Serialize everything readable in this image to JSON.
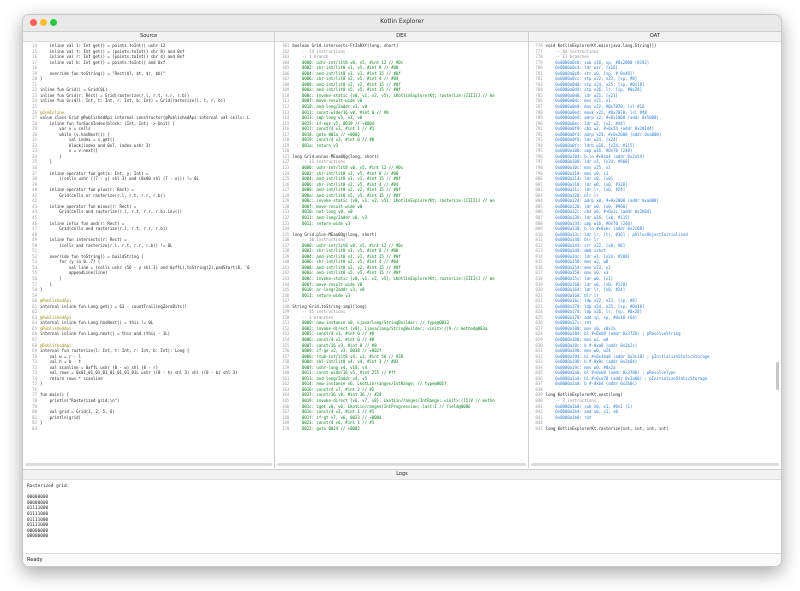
{
  "window": {
    "title": "Kotlin Explorer"
  },
  "panes": {
    "source": "Source",
    "dex": "DEX",
    "oat": "OAT",
    "logs": "Logs"
  },
  "status": "Ready",
  "logs_text": "Rasterized grid:\n\n00000000\n00000000\n01111000\n01111000\n01111000\n01111000\n00000000\n00000000",
  "source_lines": [
    {
      "n": "14",
      "t": "    inline val l: Int get() = points.toInt() ushr 12"
    },
    {
      "n": "15",
      "t": "    inline val t: Int get() = (points.toInt() shr 8) and 0xf"
    },
    {
      "n": "16",
      "t": "    inline val r: Int get() = (points.toInt() shr 4) and 0xf"
    },
    {
      "n": "17",
      "t": "    inline val b: Int get() = points.toInt() and 0xf"
    },
    {
      "n": "18",
      "t": ""
    },
    {
      "n": "19",
      "t": "    override fun toString() = \"Rect($l, $t, $r, $b)\""
    },
    {
      "n": "20",
      "t": "}"
    },
    {
      "n": "21",
      "t": ""
    },
    {
      "n": "22",
      "t": "inline fun Grid() = Grid(0L)"
    },
    {
      "n": "23",
      "t": "inline fun Grid(r: Rect) = Grid(rasterize(r.l, r.t, r.r, r.b))"
    },
    {
      "n": "24",
      "t": "inline fun Grid(l: Int, t: Int, r: Int, b: Int) = Grid(rasterize(l, t, r, b))"
    },
    {
      "n": "25",
      "t": ""
    },
    {
      "n": "26",
      "t": "@JvmInline"
    },
    {
      "n": "27",
      "t": "value class Grid @PublishedApi internal constructor(@PublishedApi internal val cells: L"
    },
    {
      "n": "28",
      "t": "    inline fun forEachIndex(block: (Int, Int) -> Unit) {"
    },
    {
      "n": "29",
      "t": "        var v = cells"
    },
    {
      "n": "30",
      "t": "        while (v.hasNext()) {"
    },
    {
      "n": "31",
      "t": "            val index = v.get()"
    },
    {
      "n": "32",
      "t": "            block(index and 0x7, index ushr 3)"
    },
    {
      "n": "33",
      "t": "            v = v.next()"
    },
    {
      "n": "34",
      "t": "        }"
    },
    {
      "n": "35",
      "t": "    }"
    },
    {
      "n": "36",
      "t": ""
    },
    {
      "n": "37",
      "t": "    inline operator fun get(x: Int, y: Int) ="
    },
    {
      "n": "38",
      "t": "        ((cells ushr ((7 - y) shl 3) and (0x80 shl (7 - x))) != 0L"
    },
    {
      "n": "39",
      "t": ""
    },
    {
      "n": "40",
      "t": "    inline operator fun plus(r: Rect) ="
    },
    {
      "n": "41",
      "t": "        Grid(cells or rasterize(r.l, r.t, r.r, r.b))"
    },
    {
      "n": "42",
      "t": ""
    },
    {
      "n": "43",
      "t": "    inline operator fun minus(r: Rect) ="
    },
    {
      "n": "44",
      "t": "        Grid(cells and rasterize(r.l, r.t, r.r, r.b).inv())"
    },
    {
      "n": "45",
      "t": ""
    },
    {
      "n": "46",
      "t": "    inline infix fun and(r: Rect) ="
    },
    {
      "n": "47",
      "t": "        Grid(cells and rasterize(r.l, r.t, r.r, r.b))"
    },
    {
      "n": "48",
      "t": ""
    },
    {
      "n": "49",
      "t": "    inline fun intersects(r: Rect) ="
    },
    {
      "n": "50",
      "t": "        (cells and rasterize(r.l, r.t, r.r, r.b)) != 0L"
    },
    {
      "n": "51",
      "t": ""
    },
    {
      "n": "52",
      "t": "    override fun toString() = buildString {"
    },
    {
      "n": "53",
      "t": "        for (y in 0..7) {"
    },
    {
      "n": "54",
      "t": "            val line = (cells ushr (56 - y shl 3) and 0xffL).toString(2).padStart(8, '0"
    },
    {
      "n": "55",
      "t": "            appendLine(line)"
    },
    {
      "n": "56",
      "t": "        }"
    },
    {
      "n": "57",
      "t": "    }"
    },
    {
      "n": "58",
      "t": "}"
    },
    {
      "n": "59",
      "t": ""
    },
    {
      "n": "60",
      "t": "@PublishedApi"
    },
    {
      "n": "61",
      "t": "internal inline fun Long.get() = 63 - countTrailingZeroBits()"
    },
    {
      "n": "62",
      "t": ""
    },
    {
      "n": "63",
      "t": "@PublishedApi"
    },
    {
      "n": "64",
      "t": "internal inline fun Long.hasNext() = this != 0L"
    },
    {
      "n": "65",
      "t": "@PublishedApi"
    },
    {
      "n": "66",
      "t": "internal inline fun Long.next() = this and (this - 1L)"
    },
    {
      "n": "67",
      "t": ""
    },
    {
      "n": "68",
      "t": "@PublishedApi"
    },
    {
      "n": "69",
      "t": "internal fun rasterize(l: Int, t: Int, r: Int, b: Int): Long {"
    },
    {
      "n": "70",
      "t": "    val w = r - l"
    },
    {
      "n": "71",
      "t": "    val h = b - t"
    },
    {
      "n": "72",
      "t": "    val scanline = 0xffL ushr (8 - w) shl (8 - r)"
    },
    {
      "n": "73",
      "t": "    val rows = 0x01_01_01_01_01_01_01_01L ushr ((8 - h) shl 3) shl ((8 - b) shl 3)"
    },
    {
      "n": "74",
      "t": "    return rows * scanline"
    },
    {
      "n": "75",
      "t": "}"
    },
    {
      "n": "76",
      "t": ""
    },
    {
      "n": "77",
      "t": "fun main() {"
    },
    {
      "n": "78",
      "t": "    println(\"Rasterized grid:\\n\")"
    },
    {
      "n": "79",
      "t": ""
    },
    {
      "n": "80",
      "t": "    val grid = Grid(1, 2, 5, 6)"
    },
    {
      "n": "81",
      "t": "    println(grid)"
    },
    {
      "n": "82",
      "t": "}"
    },
    {
      "n": "83",
      "t": ""
    }
  ],
  "dex_lines": [
    {
      "n": "101",
      "t": "boolean Grid.intersects-FtJaRXY(long, short)"
    },
    {
      "n": "102",
      "t": "    -- 14 instructions"
    },
    {
      "n": "103",
      "t": "    -- 1 branch"
    },
    {
      "n": "104",
      "t": "    0000: ushr-int/lit8 v0, v5, #int 12 // #0c"
    },
    {
      "n": "105",
      "t": "    0002: shr-int/lit8 v1, v5, #int 8 // #08"
    },
    {
      "n": "106",
      "t": "    0004: and-int/lit8 v1, v1, #int 15 // #0f"
    },
    {
      "n": "107",
      "t": "    0006: shr-int/lit8 v2, v5, #int 4 // #04"
    },
    {
      "n": "108",
      "t": "    0008: and-int/lit8 v2, v2, #int 15 // #0f"
    },
    {
      "n": "109",
      "t": "    000a: and-int/lit8 v5, v5, #int 15 // #0f"
    },
    {
      "n": "110",
      "t": "    000c: invoke-static {v0, v1, v2, v5}, LKotlinExplorerKt;.rasterize:(IIII)J // me"
    },
    {
      "n": "111",
      "t": "    000f: move-result-wide v0"
    },
    {
      "n": "112",
      "t": "    0010: and-long/2addr v3, v0"
    },
    {
      "n": "113",
      "t": "    0011: const-wide/16 v0, #int 0 // #0"
    },
    {
      "n": "114",
      "t": "    0013: cmp-long v5, v3, v0"
    },
    {
      "n": "115",
      "t": "    0015: if-eqz v5, 0019 // +0004"
    },
    {
      "n": "116",
      "t": "    0017: const/4 v3, #int 1 // #1"
    },
    {
      "n": "117",
      "t": "    0018: goto 001a // +0002"
    },
    {
      "n": "118",
      "t": "    0019: const/4 v3, #int 0 // #0"
    },
    {
      "n": "119",
      "t": "    001a: return v3"
    },
    {
      "n": "120",
      "t": ""
    },
    {
      "n": "121",
      "t": "long Grid.minus-MEaa0Qg(long, short)"
    },
    {
      "n": "122",
      "t": "    -- 11 instructions"
    },
    {
      "n": "123",
      "t": "    0000: ushr-int/lit8 v0, v5, #int 12 // #0c"
    },
    {
      "n": "124",
      "t": "    0002: shr-int/lit8 v1, v5, #int 8 // #08"
    },
    {
      "n": "125",
      "t": "    0004: and-int/lit8 v1, v1, #int 15 // #0f"
    },
    {
      "n": "126",
      "t": "    0006: shr-int/lit8 v2, v5, #int 4 // #04"
    },
    {
      "n": "127",
      "t": "    0008: and-int/lit8 v2, v2, #int 15 // #0f"
    },
    {
      "n": "128",
      "t": "    000a: and-int/lit8 v5, v5, #int 15 // #0f"
    },
    {
      "n": "129",
      "t": "    000c: invoke-static {v0, v1, v2, v5}, LKotlinExplorerKt;.rasterize:(IIII)J // me"
    },
    {
      "n": "130",
      "t": "    000f: move-result-wide v0"
    },
    {
      "n": "131",
      "t": "    0010: not-long v0, v0"
    },
    {
      "n": "132",
      "t": "    0011: and-long/2addr v0, v3"
    },
    {
      "n": "133",
      "t": "    0012: return-wide v3"
    },
    {
      "n": "134",
      "t": ""
    },
    {
      "n": "135",
      "t": "long Grid.plus-MEaa0Qg(long, short)"
    },
    {
      "n": "136",
      "t": "    -- 10 instructions"
    },
    {
      "n": "137",
      "t": "    0000: ushr-int/lit8 v0, v5, #int 12 // #0c"
    },
    {
      "n": "138",
      "t": "    0002: shr-int/lit8 v1, v5, #int 8 // #08"
    },
    {
      "n": "139",
      "t": "    0004: and-int/lit8 v1, v1, #int 15 // #0f"
    },
    {
      "n": "140",
      "t": "    0006: shr-int/lit8 v2, v5, #int 4 // #04"
    },
    {
      "n": "141",
      "t": "    0008: and-int/lit8 v2, v2, #int 15 // #0f"
    },
    {
      "n": "142",
      "t": "    000a: and-int/lit8 v5, v5, #int 15 // #0f"
    },
    {
      "n": "143",
      "t": "    000c: invoke-static {v0, v1, v2, v5}, LKotlinExplorerKt;.rasterize:(IIII)J // me"
    },
    {
      "n": "144",
      "t": "    000f: move-result-wide v0"
    },
    {
      "n": "145",
      "t": "    0010: or-long/2addr v3, v0"
    },
    {
      "n": "146",
      "t": "    0011: return-wide v3"
    },
    {
      "n": "147",
      "t": ""
    },
    {
      "n": "148",
      "t": "String Grid.toString-impl(long)"
    },
    {
      "n": "149",
      "t": "    -- 85 instructions"
    },
    {
      "n": "150",
      "t": "    -- 3 branches"
    },
    {
      "n": "151",
      "t": "    0000: new-instance v0, Ljava/lang/StringBuilder; // type@0013"
    },
    {
      "n": "152",
      "t": "    0002: invoke-direct {v0}, Ljava/lang/StringBuilder;.<init>:()V // method@003a"
    },
    {
      "n": "153",
      "t": "    0005: const/4 v1, #int 0 // #0"
    },
    {
      "n": "154",
      "t": "    0006: const/4 v2, #int 0 // #0"
    },
    {
      "n": "155",
      "t": "    0007: const/16 v3, #int 8 // #8"
    },
    {
      "n": "156",
      "t": "    0009: if-ge v2, v3, 0038 // +002f"
    },
    {
      "n": "157",
      "t": "    000b: rsub-int/lit8 v4, v2, #int 56 // #38"
    },
    {
      "n": "158",
      "t": "    000d: shl-int/lit8 v4, v4, #int 3 // #03"
    },
    {
      "n": "159",
      "t": "    000f: ushr-long v4, v10, v4"
    },
    {
      "n": "160",
      "t": "    0011: const-wide/16 v5, #int 255 // #ff"
    },
    {
      "n": "161",
      "t": "    0013: and-long/2addr v4, v5"
    },
    {
      "n": "162",
      "t": "    0014: new-instance v6, LkotLin/ranges/IntRange; // type@001f"
    },
    {
      "n": "163",
      "t": "    0016: const/4 v7, #int 2 // #2"
    },
    {
      "n": "164",
      "t": "    0017: const/16 v8, #int 36 // #24"
    },
    {
      "n": "165",
      "t": "    0019: invoke-direct {v6, v7, v8}, LkotLin/ranges/IntRange;.<init>:(II)V // metho"
    },
    {
      "n": "166",
      "t": "    001c: iget v6, v6, LkotLin/ranges/IntProgression;.last:I // field@0006"
    },
    {
      "n": "167",
      "t": "    001e: const/4 v3, #int 1 // #1"
    },
    {
      "n": "168",
      "t": "    001f: if-gt v7, v6, 0023 // +0004"
    },
    {
      "n": "169",
      "t": "    0021: const/4 v6, #int 1 // #1"
    },
    {
      "n": "170",
      "t": "    0022: goto 0024 // +0002"
    }
  ],
  "oat_lines": [
    {
      "n": "776",
      "t": "void KotlinExplorerKt.main(java.lang.String[])"
    },
    {
      "n": "777",
      "t": "    -- 64 instructions"
    },
    {
      "n": "778",
      "t": "    -- 11 branches"
    },
    {
      "n": "779",
      "t": "    0x0000a0c0: sub x16, sp, #0x2000 (8192)"
    },
    {
      "n": "780",
      "t": "    0x0000a0c4: ldr wzr, [x16]"
    },
    {
      "n": "781",
      "t": "    0x0000a0c8: str x0, [sp, #-0x40]!"
    },
    {
      "n": "782",
      "t": "    0x0000a0cc: stp x22, x23, [sp, #8]"
    },
    {
      "n": "783",
      "t": "    0x0000a0d0: stp x24, x25, [sp, #0x18]"
    },
    {
      "n": "784",
      "t": "    0x0000a0d4: stp x26, lr, [sp, #0x28]"
    },
    {
      "n": "785",
      "t": "    0x0000a0d8: ldr w21, [x21]"
    },
    {
      "n": "786",
      "t": "    0x0000a0dc: mov x21, x1"
    },
    {
      "n": "787",
      "t": "    0x0000a0e0: mov x22, #0x7070, lsl #16"
    },
    {
      "n": "788",
      "t": "    0x0000a0e4: movk x22, #0x7070, lsl #48"
    },
    {
      "n": "789",
      "t": "    0x0000a0e8: adrp x2, #+0x1000 (addr 0x5000)"
    },
    {
      "n": "790",
      "t": "    0x0000a0ec: ldr w2, [x2, #44]"
    },
    {
      "n": "791",
      "t": "    0x0000a0f0: cbz w2, #+0x54 (addr 0x20144)"
    },
    {
      "n": "792",
      "t": "    0x0000a0f4: adrp x24, #+0x2000 (addr 0xa000)"
    },
    {
      "n": "793",
      "t": "    0x0000a0f8: ldr w24, [x24]"
    },
    {
      "n": "794",
      "t": "    0x0000a0fc: ldrb w16, [x24, #115]"
    },
    {
      "n": "795",
      "t": "    0x0000a100: cmp w16, #0x70 (240)"
    },
    {
      "n": "796",
      "t": "    0x0000a104: b.lo #+0xa4 (addr 0x2a54)"
    },
    {
      "n": "797",
      "t": "    0x0000a108: ldr x1, [x24, #960]"
    },
    {
      "n": "798",
      "t": "    0x0000a10c: mov x25, x1"
    },
    {
      "n": "799",
      "t": "    0x0000a110: mov x0, x1"
    },
    {
      "n": "800",
      "t": "    0x0000a114: ldr x0, [x0]"
    },
    {
      "n": "801",
      "t": "    0x0000a118: ldr w0, [x0, #128]"
    },
    {
      "n": "802",
      "t": "    0x0000a11c: ldr lr, [x0, #24]"
    },
    {
      "n": "803",
      "t": "    0x0000a120: blr lr"
    },
    {
      "n": "804",
      "t": "    0x0000a124: adrp x0, #+0x2000 (addr 0xa000)"
    },
    {
      "n": "805",
      "t": "    0x0000a128: ldr x0, [x0, #960]"
    },
    {
      "n": "806",
      "t": "    0x0000a12c: cbz x0, #+0x3c (addr 0x2b04)"
    },
    {
      "n": "807",
      "t": "    0x0000a130: ldr w16, [x0, #115]"
    },
    {
      "n": "808",
      "t": "    0x0000a134: cmp w16, #0x70 (240)"
    },
    {
      "n": "809",
      "t": "    0x0000a138: b.lo #+0xbc (addr 0x2c08)"
    },
    {
      "n": "810",
      "t": "    0x0000a13c: ldr lr, [tr, #16] ; pAllocObjectInitialized"
    },
    {
      "n": "811",
      "t": "    0x0000a140: blr lr"
    },
    {
      "n": "812",
      "t": "    0x0000a144: str x22, [x0, #8]"
    },
    {
      "n": "813",
      "t": "    0x0000a148: dmb ishst"
    },
    {
      "n": "814",
      "t": "    0x0000a14c: ldr w1, [x24, #208]"
    },
    {
      "n": "815",
      "t": "    0x0000a150: mov w2, w0"
    },
    {
      "n": "816",
      "t": "    0x0000a154: mov x23, x2"
    },
    {
      "n": "817",
      "t": "    0x0000a158: mov x0, x1"
    },
    {
      "n": "818",
      "t": "    0x0000a15c: ldr w0, [x1]"
    },
    {
      "n": "819",
      "t": "    0x0000a160: ldr x0, [x0, #128]"
    },
    {
      "n": "820",
      "t": "    0x0000a164: ldr lr, [x0, #24]"
    },
    {
      "n": "821",
      "t": "    0x0000a168: blr lr"
    },
    {
      "n": "822",
      "t": "    0x0000a16c: ldp x22, x23, [sp, #8]"
    },
    {
      "n": "823",
      "t": "    0x0000a170: ldp x24, x25, [sp, #0x18]"
    },
    {
      "n": "824",
      "t": "    0x0000a174: ldp x26, lr, [sp, #0x28]"
    },
    {
      "n": "825",
      "t": "    0x0000a178: add sp, sp, #0x40 (64)"
    },
    {
      "n": "826",
      "t": "    0x0000a17c: ret"
    },
    {
      "n": "827",
      "t": "    0x0000a180: mov x0, x0x2a"
    },
    {
      "n": "828",
      "t": "    0x0000a184: bl #+0xb0 (addr 0x3720) ; pResolveString"
    },
    {
      "n": "829",
      "t": "    0x0000a188: mov w2, w0"
    },
    {
      "n": "830",
      "t": "    0x0000a18c: b #-0xa8 (addr 0x2b2c)"
    },
    {
      "n": "831",
      "t": "    0x0000a190: mov w0, w24"
    },
    {
      "n": "832",
      "t": "    0x0000a194: bl #+0x3ba8 (addr 0x3c38) ; pInitializeStaticStorage"
    },
    {
      "n": "833",
      "t": "    0x0000a198: b #-0x9c (addr 0x2b84)"
    },
    {
      "n": "834",
      "t": "    0x0000a19c: mov w0, #0x2a"
    },
    {
      "n": "835",
      "t": "    0x0000a1a0: bl #+0xb0 (addr 0x3780) ; pResolveType"
    },
    {
      "n": "836",
      "t": "    0x0000a1a4: bl #+0xe78 (addr 0x3a80) ; pInitializeStaticStorage"
    },
    {
      "n": "837",
      "t": "    0x0000a1a8: b #-0xb4 (addr 0x2b0c)"
    },
    {
      "n": "838",
      "t": ""
    },
    {
      "n": "839",
      "t": "long KotlinExplorerKt.next(long)"
    },
    {
      "n": "840",
      "t": "    -- 3 instructions"
    },
    {
      "n": "841",
      "t": "    0x0000a1b0: sub x0, x1, #0x1 (1)"
    },
    {
      "n": "842",
      "t": "    0x0000a1b4: and x0, x1, x0"
    },
    {
      "n": "843",
      "t": "    0x0000a1b8: ret"
    },
    {
      "n": "844",
      "t": ""
    },
    {
      "n": "845",
      "t": "long KotlinExplorerKt.rasterize(int, int, int, int)"
    }
  ]
}
